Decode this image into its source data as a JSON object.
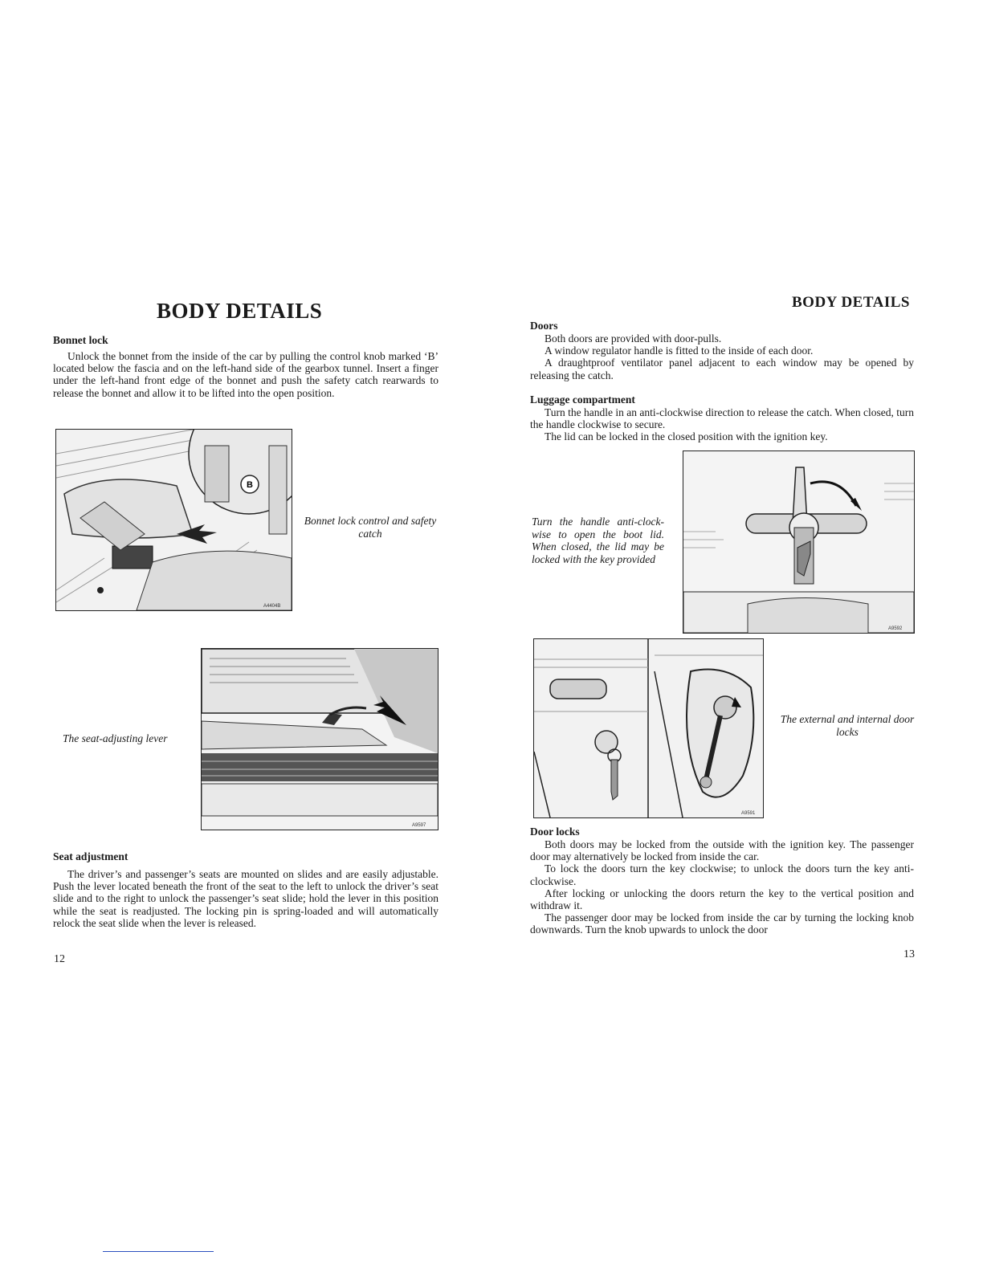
{
  "left": {
    "title": "BODY DETAILS",
    "bonnet": {
      "heading": "Bonnet lock",
      "text": "Unlock the bonnet from the inside of the car by pulling the control knob marked ‘B’ located below the fascia and on the left-hand side of the gearbox tunnel. Insert a finger under the left-hand front edge of the bonnet and push the safety catch rearwards to release the bonnet and allow it to be lifted into the open position.",
      "figure": {
        "letter": "B",
        "ref": "A4404B",
        "caption": "Bonnet lock control and safety catch"
      }
    },
    "seat": {
      "figure": {
        "ref": "A9597",
        "caption": "The seat-adjusting lever"
      },
      "heading": "Seat adjustment",
      "text": "The driver’s and passenger’s seats are mounted on slides and are easily adjustable. Push the lever located beneath the front of the seat to the left to unlock the driver’s seat slide and to the right to unlock the passenger’s seat slide; hold the lever in this position while the seat is readjusted. The locking pin is spring-loaded and will automatically relock the seat slide when the lever is released."
    },
    "page_number": "12"
  },
  "right": {
    "title": "BODY DETAILS",
    "doors": {
      "heading": "Doors",
      "paragraphs": [
        "Both doors are provided with door-pulls.",
        "A window regulator handle is fitted to the inside of each door.",
        "A draughtproof ventilator panel adjacent to each window may be opened by releasing the catch."
      ]
    },
    "luggage": {
      "heading": "Luggage compartment",
      "paragraphs": [
        "Turn the handle in an anti-clockwise direction to release the catch. When closed, turn the handle clockwise to secure.",
        "The lid can be locked in the closed position with the ignition key."
      ],
      "figure": {
        "ref": "A9592",
        "caption": "Turn the handle anti-clock-wise to open the boot lid. When closed, the lid may be locked with the key provided"
      }
    },
    "door_locks_figure": {
      "ref": "A9591",
      "caption": "The external and internal door locks"
    },
    "door_locks": {
      "heading": "Door locks",
      "paragraphs": [
        "Both doors may be locked from the outside with the ignition key. The passenger door may alternatively be locked from inside the car.",
        "To lock the doors turn the key clockwise; to unlock the doors turn the key anti-clockwise.",
        "After locking or unlocking the doors return the key to the vertical position and withdraw it.",
        "The passenger door may be locked from inside the car by turning the locking knob downwards. Turn the knob upwards to unlock the door"
      ]
    },
    "page_number": "13"
  }
}
